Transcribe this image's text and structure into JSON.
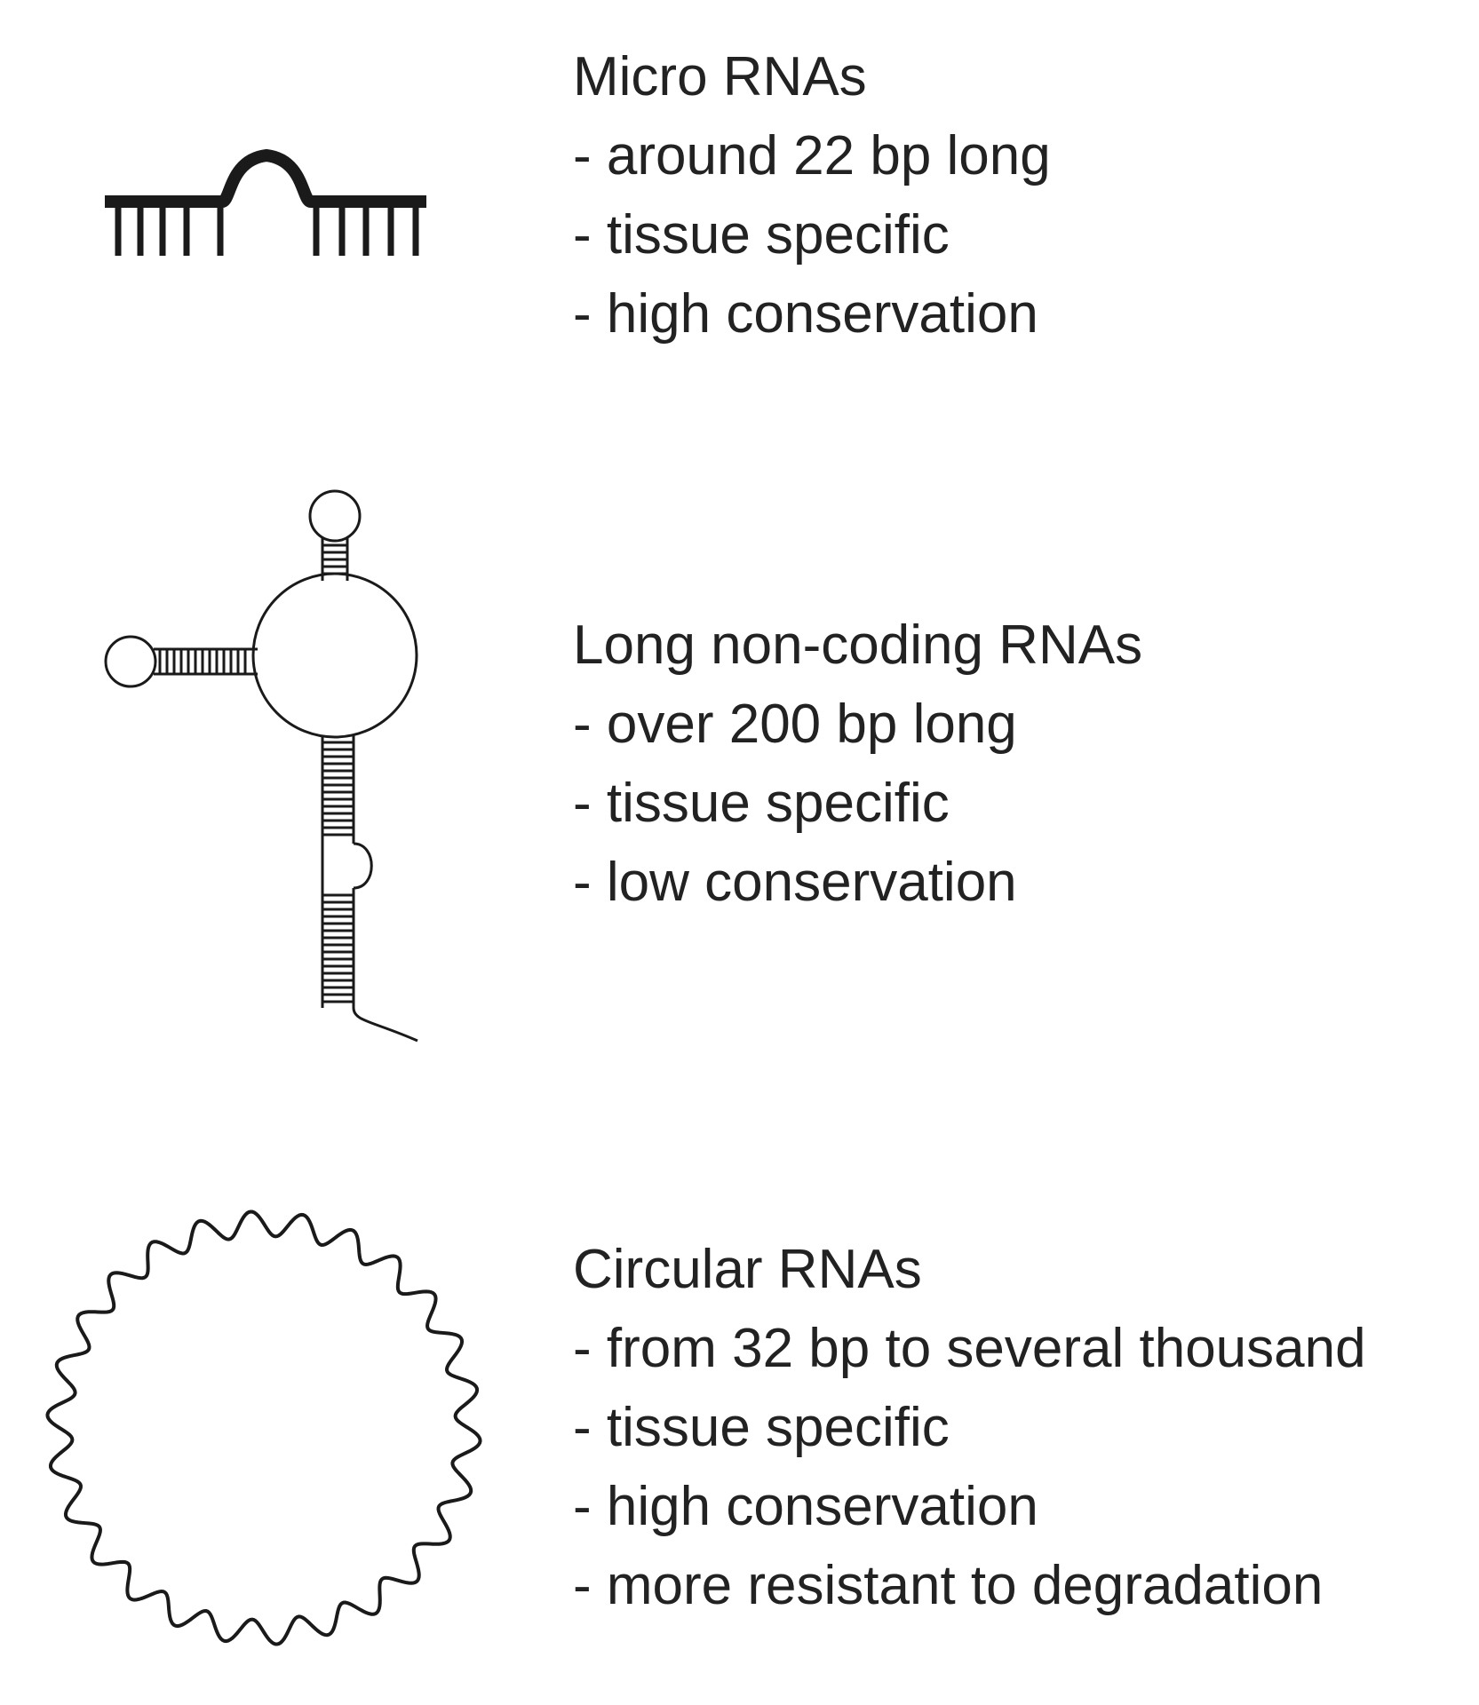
{
  "sections": [
    {
      "id": "mirna",
      "icon": "mirna-hairpin-icon",
      "title": "Micro RNAs",
      "points": [
        "- around 22 bp long",
        "- tissue specific",
        "- high conservation"
      ]
    },
    {
      "id": "lncrna",
      "icon": "lncrna-structure-icon",
      "title": "Long non-coding RNAs",
      "points": [
        "- over 200 bp long",
        "- tissue specific",
        "- low conservation"
      ]
    },
    {
      "id": "circrna",
      "icon": "circrna-wavy-circle-icon",
      "title": "Circular RNAs",
      "points": [
        "- from 32 bp to several thousand",
        "- tissue specific",
        "- high conservation",
        "- more resistant to degradation"
      ]
    }
  ],
  "colors": {
    "text": "#222222",
    "stroke": "#1a1a1a",
    "background": "#ffffff"
  }
}
